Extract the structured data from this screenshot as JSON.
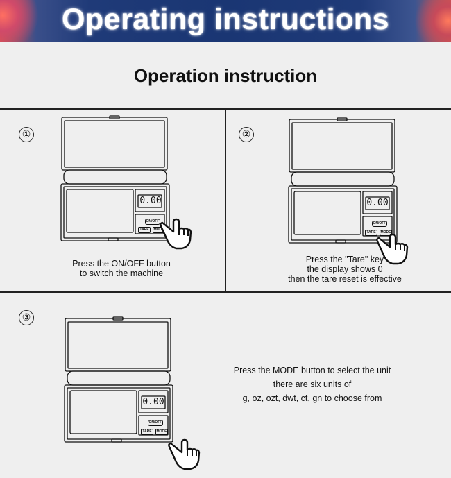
{
  "header": {
    "title": "Operating instructions"
  },
  "section_title": "Operation instruction",
  "steps": [
    {
      "number": "①",
      "display": "0.00",
      "keys": {
        "onoff": "ON/OFF",
        "tare": "TARE",
        "mode": "MODE"
      },
      "caption": [
        "Press the ON/OFF button",
        "to switch the machine"
      ]
    },
    {
      "number": "②",
      "display": "0.00",
      "keys": {
        "onoff": "ON/OFF",
        "tare": "TARE",
        "mode": "MODE"
      },
      "caption": [
        "Press the \"Tare\" key",
        "the display shows 0",
        "then the tare reset is effective"
      ]
    },
    {
      "number": "③",
      "display": "0.00",
      "keys": {
        "onoff": "ON/OFF",
        "tare": "TARE",
        "mode": "MODE"
      },
      "caption": [
        "Press the MODE button to select the unit",
        "there are six units of",
        "g, oz, ozt, dwt, ct, gn to choose from"
      ]
    }
  ]
}
